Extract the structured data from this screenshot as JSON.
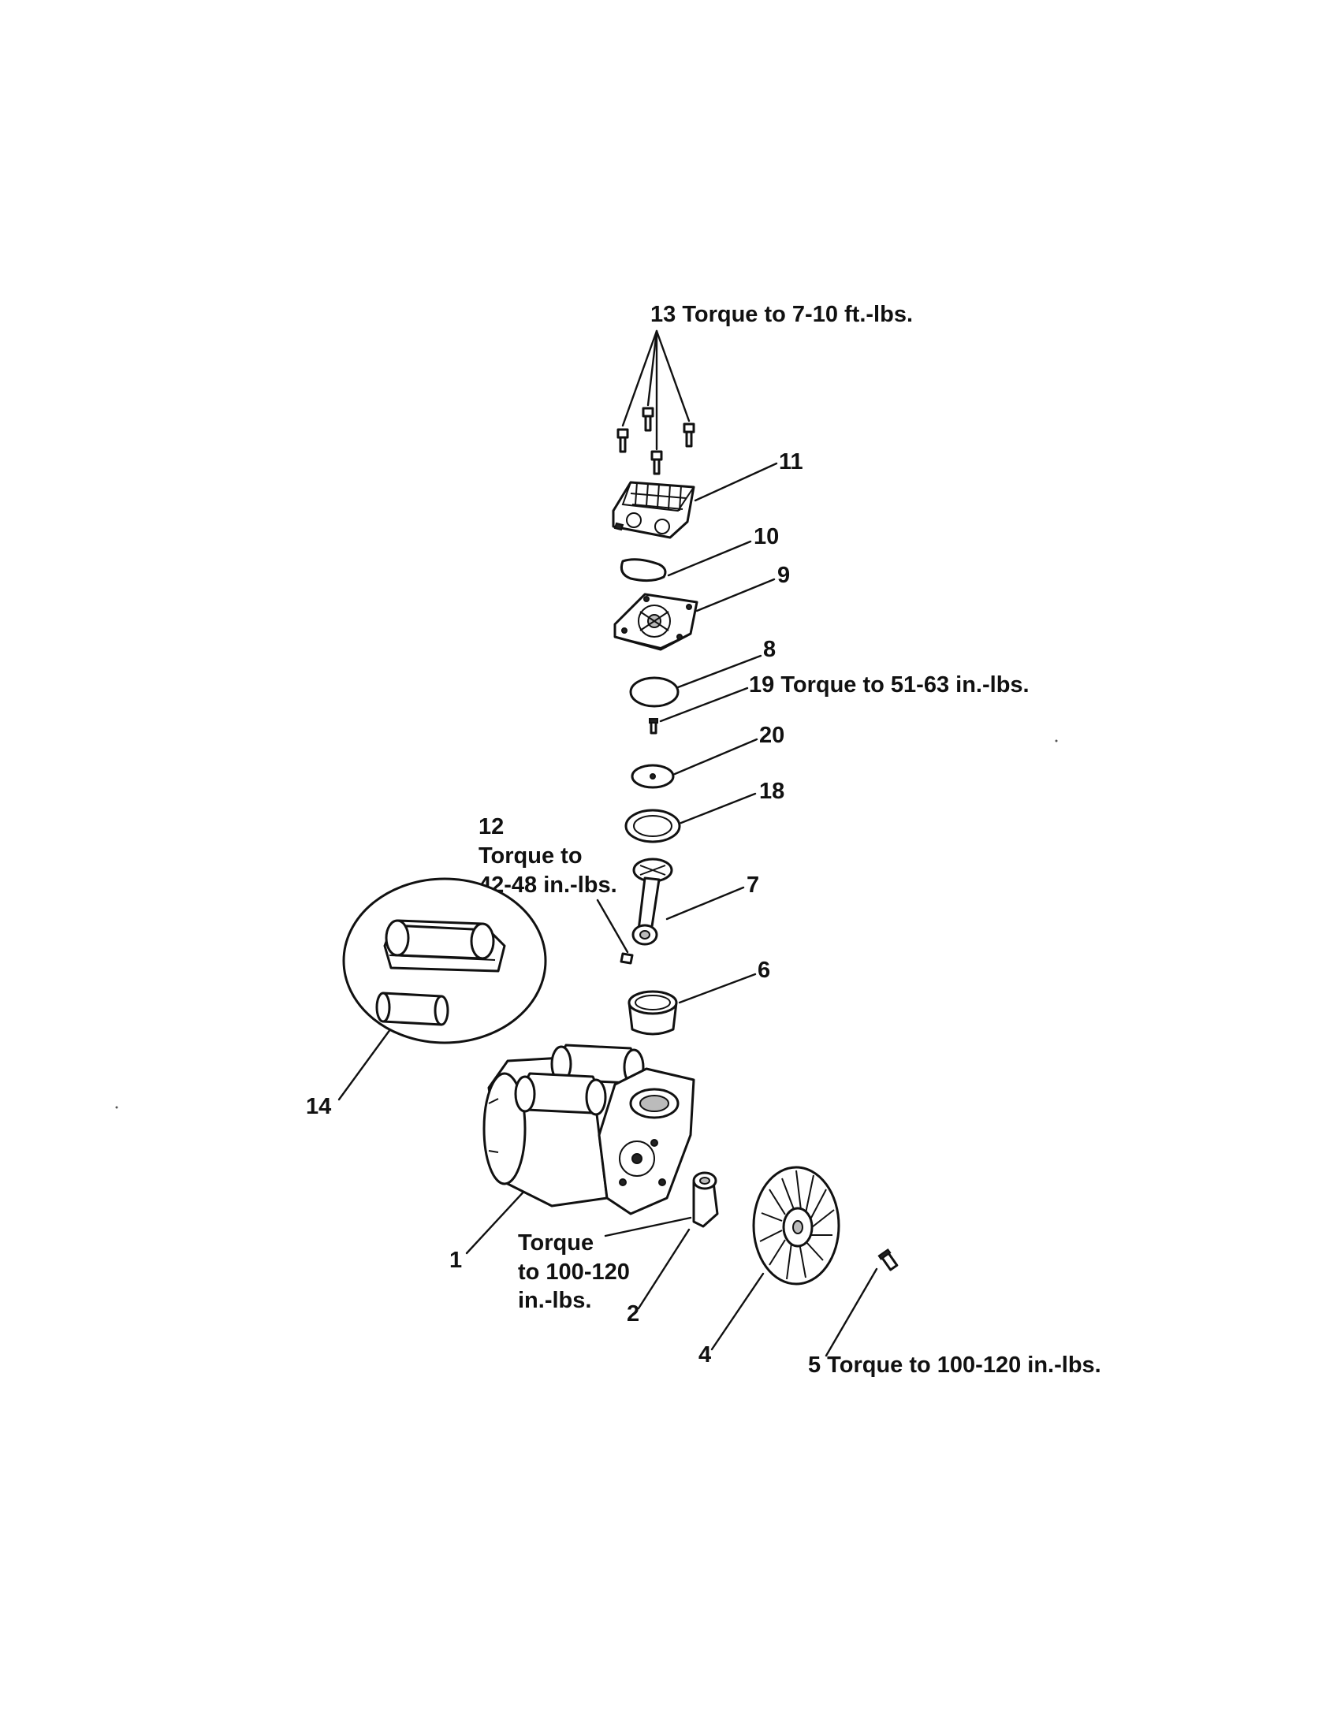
{
  "callouts": {
    "c13": "13 Torque to 7-10 ft.-lbs.",
    "c11": "11",
    "c10": "10",
    "c9": "9",
    "c8": "8",
    "c19": "19 Torque to 51-63 in.-lbs.",
    "c20": "20",
    "c18": "18",
    "c12_num": "12",
    "c12_l1": "Torque to",
    "c12_l2": "42-48 in.-lbs.",
    "c7": "7",
    "c6": "6",
    "c14": "14",
    "c1": "1",
    "c2_l1": "Torque",
    "c2_l2": "to 100-120",
    "c2_l3": "in.-lbs.",
    "c2_num": "2",
    "c4": "4",
    "c5": "5 Torque to 100-120 in.-lbs."
  }
}
